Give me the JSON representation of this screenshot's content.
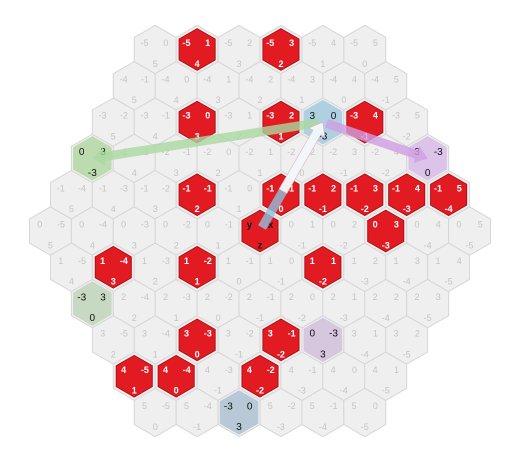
{
  "board": {
    "radius": 5,
    "colors": {
      "cell_fill": "#efefef",
      "cell_stroke": "#d6d6d6",
      "coord_text": "#c4c4c4",
      "red": "#e21b23",
      "red_stroke": "#b01015",
      "red_text": "#ffffff",
      "origin_text": "#1a1a1a",
      "green_light": "#bcdcb0",
      "green_pale": "#c7d9c2",
      "blue_light": "#afcfe2",
      "blue_grey": "#b9c8d6",
      "purple_light": "#dcc3ea",
      "purple_pale": "#d6c7de"
    },
    "red_hexes": [
      [
        1,
        -5
      ],
      [
        3,
        -5
      ],
      [
        0,
        -3
      ],
      [
        2,
        -3
      ],
      [
        4,
        -3
      ],
      [
        -1,
        -1
      ],
      [
        1,
        -1
      ],
      [
        3,
        -1
      ],
      [
        0,
        0
      ],
      [
        -4,
        1
      ],
      [
        -2,
        1
      ],
      [
        2,
        -1
      ],
      [
        4,
        -1
      ],
      [
        -3,
        3
      ],
      [
        -1,
        3
      ],
      [
        1,
        1
      ],
      [
        -4,
        4
      ],
      [
        -2,
        4
      ],
      [
        3,
        0
      ],
      [
        5,
        -1
      ],
      [
        -5,
        4
      ]
    ],
    "origin_labels": {
      "q": "x",
      "r": "y",
      "s": "z"
    },
    "highlights": [
      {
        "id": "green-hex",
        "q": -3,
        "r": -2,
        "color": "green_light",
        "labels": [
          "3",
          "0",
          "-3"
        ]
      },
      {
        "id": "blue-hex",
        "q": 3,
        "r": -3,
        "color": "blue_light",
        "labels": [
          "0",
          "3",
          "-3"
        ]
      },
      {
        "id": "green-pale-hex",
        "q": -5,
        "r": 2,
        "color": "green_pale",
        "labels": [
          "3",
          "-3",
          "0"
        ]
      },
      {
        "id": "purple-hex",
        "q": 5,
        "r": -2,
        "color": "purple_light",
        "labels": [
          "-3",
          "3",
          "0"
        ]
      },
      {
        "id": "blue-grey-hex",
        "q": -3,
        "r": 5,
        "color": "blue_grey",
        "labels": [
          "0",
          "-3",
          "3"
        ]
      },
      {
        "id": "purple-pale-hex",
        "q": 0,
        "r": 3,
        "color": "purple_pale",
        "labels": [
          "-3",
          "0",
          "3"
        ]
      }
    ],
    "arrows": [
      {
        "id": "origin-to-blue-arrow",
        "from": [
          0,
          0
        ],
        "to": [
          3,
          -3
        ],
        "color": "#8fc0dc"
      },
      {
        "id": "blue-to-green-arrow",
        "from": [
          3,
          -3
        ],
        "to": [
          -3,
          -2
        ],
        "color": "#a9d8a0"
      },
      {
        "id": "blue-to-purple-arrow",
        "from": [
          3,
          -3
        ],
        "to": [
          5,
          -2
        ],
        "color": "#cf9ee2"
      },
      {
        "id": "red-to-blue-arrow",
        "from": [
          1,
          -1
        ],
        "to": [
          3,
          -3
        ],
        "color": "#ffffff"
      }
    ]
  }
}
